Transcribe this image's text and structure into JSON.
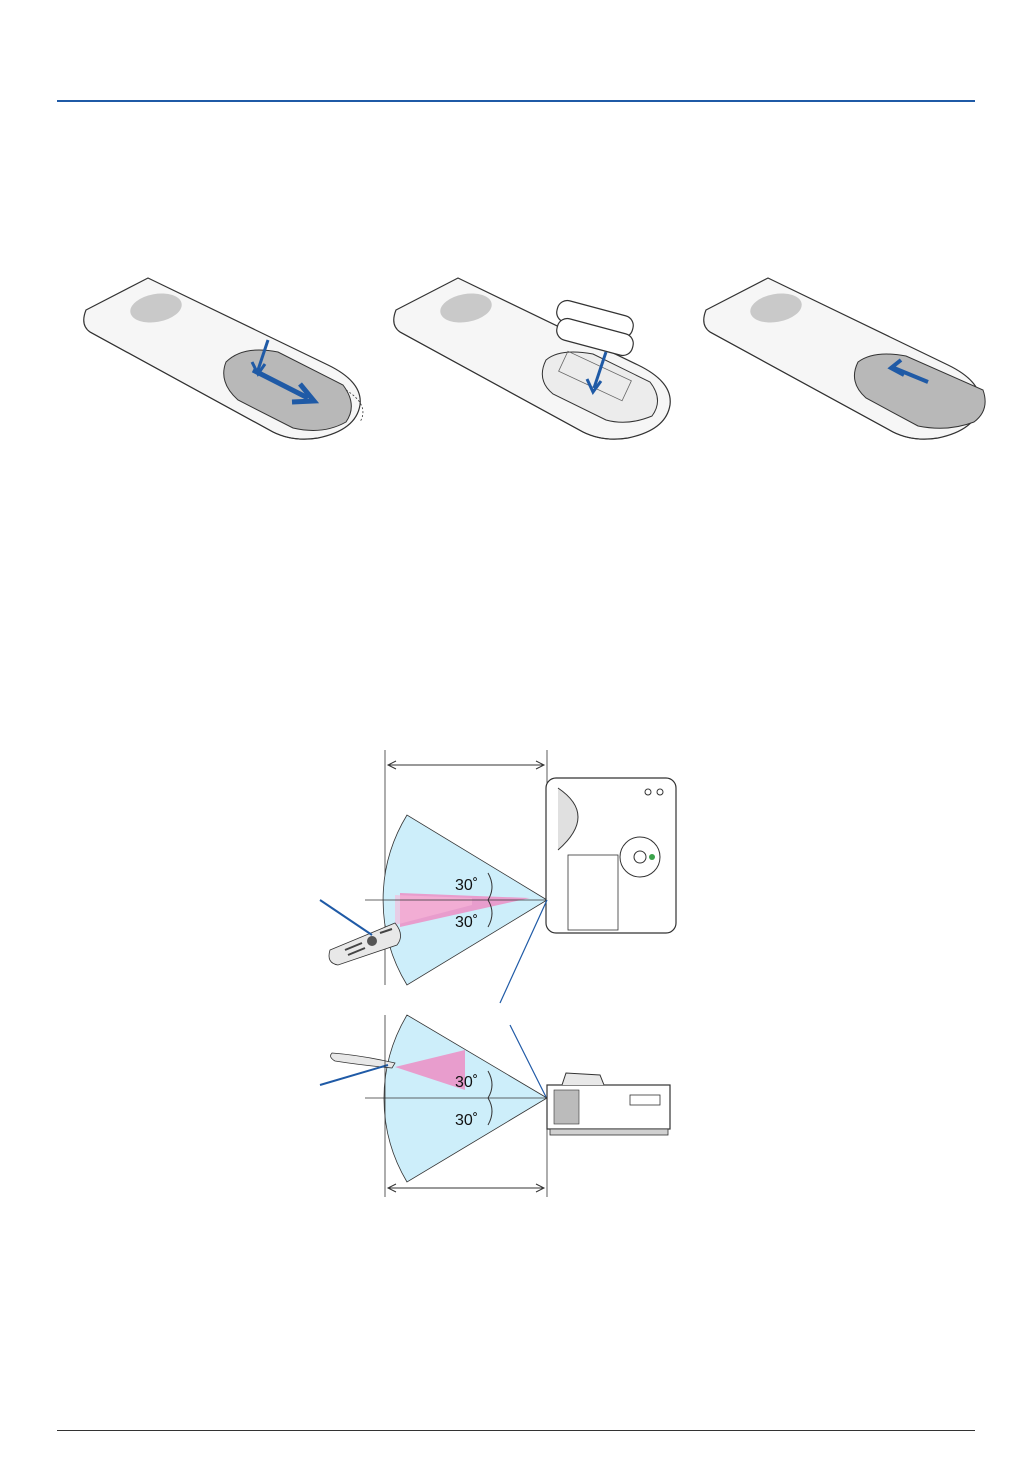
{
  "diagram": {
    "angle_top_upper": "30˚",
    "angle_top_lower": "30˚",
    "angle_side_upper": "30˚",
    "angle_side_lower": "30˚"
  },
  "colors": {
    "header_rule": "#1f5aa6",
    "arrow_blue": "#1f5aa6",
    "range_cone": "#cdeefa",
    "ir_beam": "#f47ab9"
  },
  "icons": [
    "remote-control-icon",
    "battery-icon",
    "projector-icon",
    "arrow-icon"
  ]
}
